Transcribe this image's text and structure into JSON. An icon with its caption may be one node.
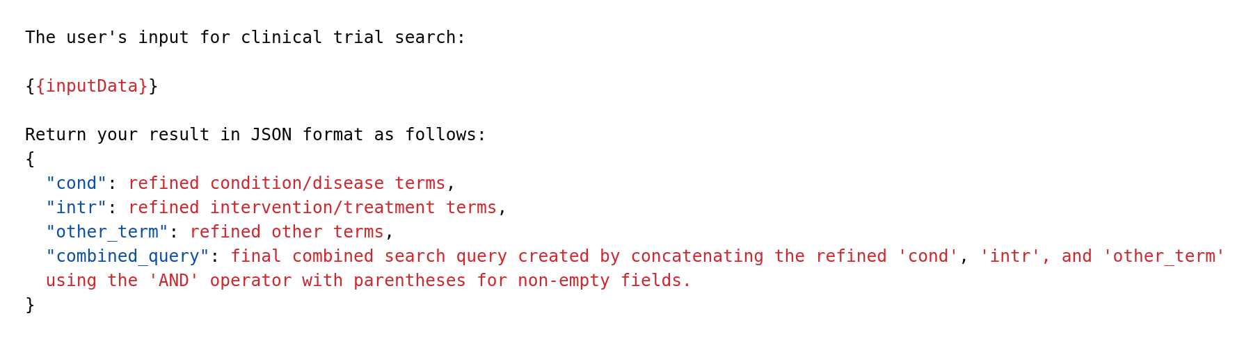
{
  "diagram": {
    "labels": [
      "The user's input for clinical trial search:",
      "{",
      "{inputData}",
      "}",
      "Return your result in JSON format as follows:",
      "{",
      "\"cond\"",
      ":",
      "refined condition/disease terms",
      ",",
      "\"intr\"",
      ":",
      "refined intervention/treatment terms",
      ",",
      "\"other_term\"",
      ":",
      "refined other terms",
      ",",
      "\"combined_query\"",
      ":",
      "final combined search query created by concatenating the refined 'cond'",
      ",",
      "'intr', and 'other_term' using the 'AND' operator with parentheses for non-empty fields.",
      "}"
    ]
  }
}
